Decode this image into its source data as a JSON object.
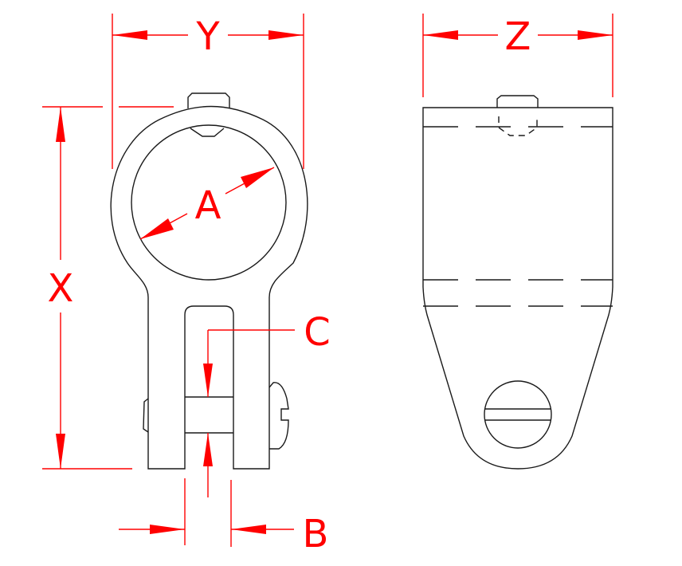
{
  "diagram": {
    "type": "dimension-drawing",
    "subject": "hinge / jaw slide fitting, front and side views",
    "line_color": "#1a1a1a",
    "dimension_color": "#ff0000",
    "views": [
      "front-view",
      "side-view"
    ]
  },
  "dimensions": {
    "A": "A",
    "B": "B",
    "C": "C",
    "X": "X",
    "Y": "Y",
    "Z": "Z"
  }
}
